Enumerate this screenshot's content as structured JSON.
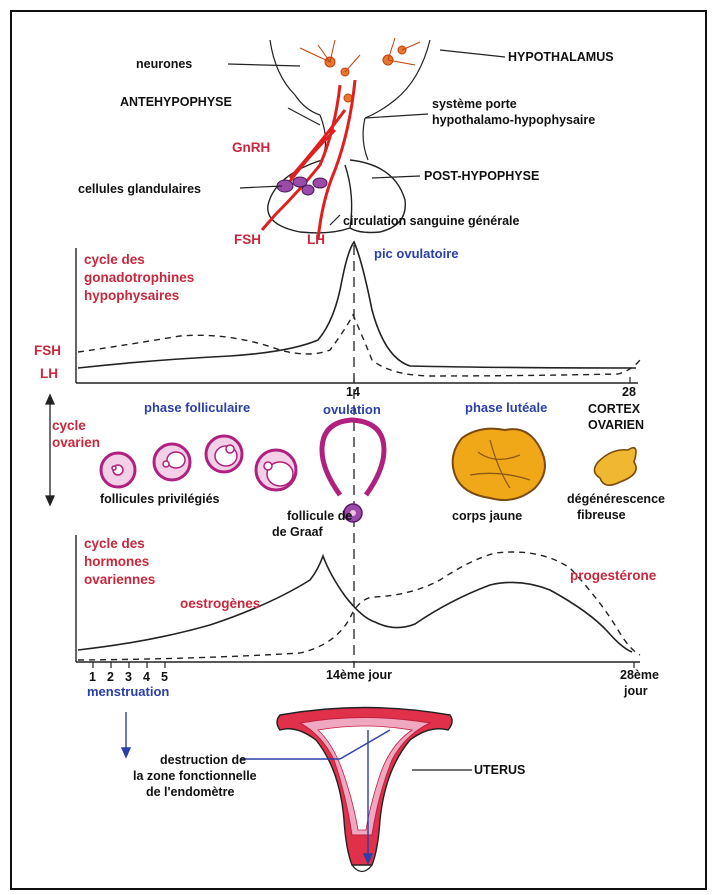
{
  "pituitary": {
    "neurones": "neurones",
    "hypothalamus": "HYPOTHALAMUS",
    "antehypophyse": "ANTEHYPOPHYSE",
    "systeme_porte_1": "système porte",
    "systeme_porte_2": "hypothalamo-hypophysaire",
    "gnrh": "GnRH",
    "cellules": "cellules glandulaires",
    "post_hypophyse": "POST-HYPOPHYSE",
    "fsh": "FSH",
    "lh": "LH",
    "circulation": "circulation sanguine générale"
  },
  "gonadotrophin_chart": {
    "title_1": "cycle des",
    "title_2": "gonadotrophines",
    "title_3": "hypophysaires",
    "peak_label": "pic ovulatoire",
    "fsh_label": "FSH",
    "lh_label": "LH",
    "tick_14": "14",
    "tick_28": "28"
  },
  "ovarian": {
    "title_1": "cycle",
    "title_2": "ovarien",
    "phase_folliculaire": "phase folliculaire",
    "ovulation": "ovulation",
    "phase_luteale": "phase lutéale",
    "cortex_1": "CORTEX",
    "cortex_2": "OVARIEN",
    "follicules": "follicules privilégiés",
    "graaf_1": "follicule de",
    "graaf_2": "de Graaf",
    "corps_jaune": "corps jaune",
    "degenerescence_1": "dégénérescence",
    "degenerescence_2": "fibreuse"
  },
  "hormone_chart": {
    "title_1": "cycle des",
    "title_2": "hormones",
    "title_3": "ovariennes",
    "oestrogenes": "oestrogènes",
    "progesterone": "progestérone",
    "ticks": [
      "1",
      "2",
      "3",
      "4",
      "5"
    ],
    "day14": "14ème jour",
    "day28_1": "28ème",
    "day28_2": "jour",
    "menstruation": "menstruation"
  },
  "uterus": {
    "destruction_1": "destruction de",
    "destruction_2": "la zone fonctionnelle",
    "destruction_3": "de l'endomètre",
    "uterus_label": "UTERUS"
  },
  "colors": {
    "red_label": "#c8283c",
    "blue_label": "#2a3fa8",
    "vessel": "#e02020",
    "follicle": "#b0207e",
    "corps_jaune": "#f0a818"
  }
}
